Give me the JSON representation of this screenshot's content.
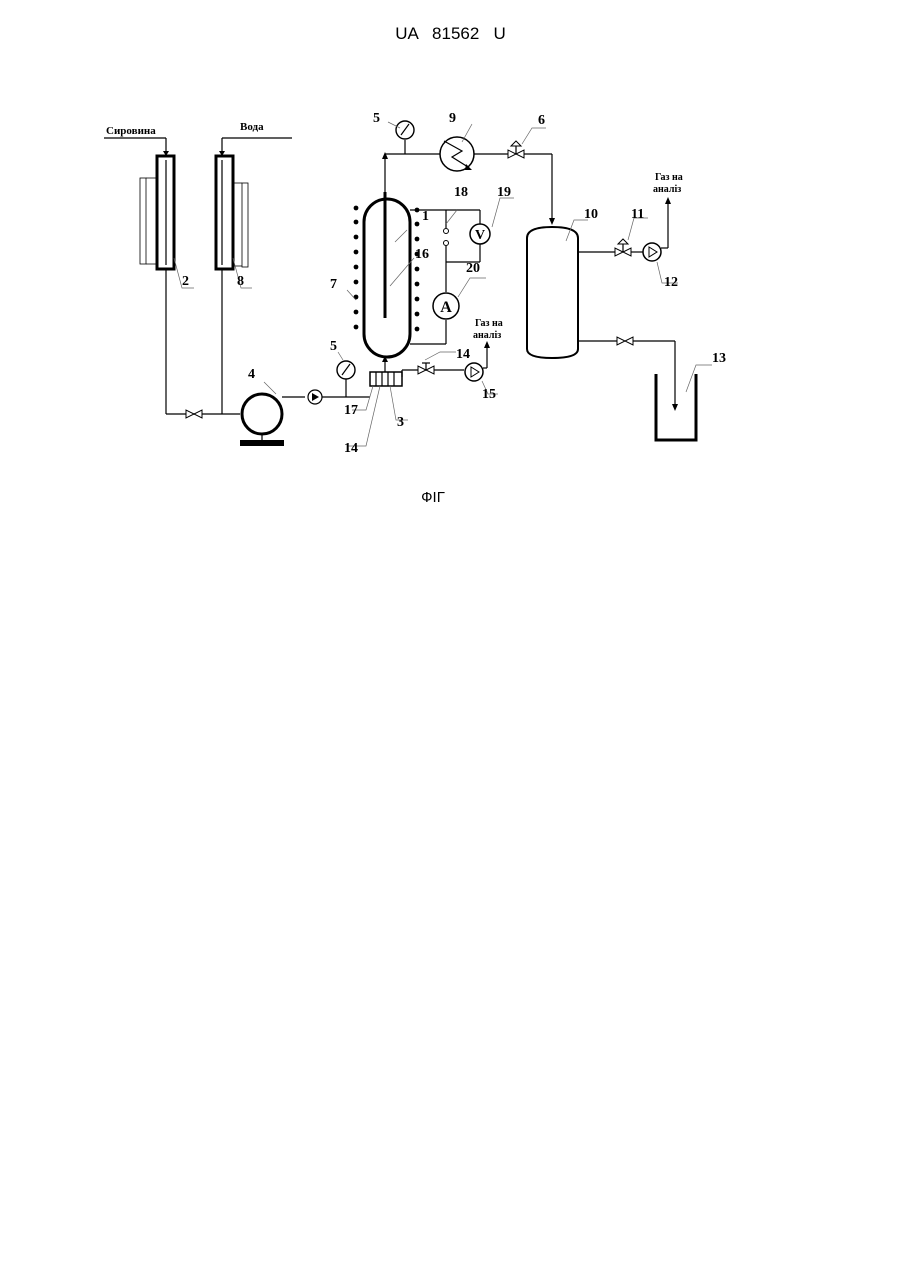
{
  "header": {
    "patent_number": "UA   81562   U"
  },
  "figure": {
    "labels": {
      "raw_material": "Сировина",
      "water": "Вода",
      "gas_to_analysis_top": [
        "Газ на",
        "аналіз"
      ],
      "gas_to_analysis_mid": [
        "Газ на",
        "аналіз"
      ]
    },
    "numbers": {
      "n1": "1",
      "n2": "2",
      "n3": "3",
      "n4": "4",
      "n5a": "5",
      "n5b": "5",
      "n6": "6",
      "n7": "7",
      "n8": "8",
      "n9": "9",
      "n10": "10",
      "n11": "11",
      "n12": "12",
      "n13": "13",
      "n14a": "14",
      "n14b": "14",
      "n15": "15",
      "n16": "16",
      "n17": "17",
      "n18": "18",
      "n19": "19",
      "n20": "20"
    },
    "meters": {
      "voltmeter": "V",
      "ammeter": "A"
    }
  },
  "caption": {
    "text": "ФІГ"
  }
}
